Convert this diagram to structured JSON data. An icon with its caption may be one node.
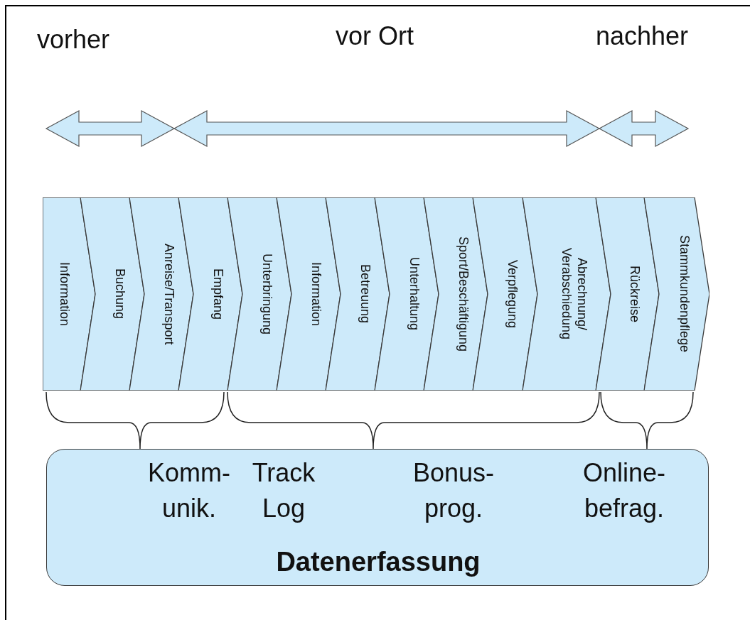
{
  "diagram": {
    "nodes": [
      {
        "text": [
          "Information"
        ]
      },
      {
        "text": [
          "Buchung"
        ]
      },
      {
        "text": [
          "Anreise/Transport"
        ]
      },
      {
        "text": [
          "Empfang"
        ]
      },
      {
        "text": [
          "Unterbringung"
        ]
      },
      {
        "text": [
          "Information"
        ]
      },
      {
        "text": [
          "Betreuung"
        ]
      },
      {
        "text": [
          "Unterhaltung"
        ]
      },
      {
        "text": [
          "Sport/Beschäftigung"
        ]
      },
      {
        "text": [
          "Verpflegung"
        ]
      },
      {
        "text": [
          "Abrechnung/ Verabschiedung"
        ]
      },
      {
        "text": [
          "Rückreise"
        ]
      },
      {
        "text": [
          "Stammkundenpflege"
        ]
      },
      {
        "text": [
          "Komm- unik.",
          "Track Log",
          "Bonus- prog.",
          "Online- befrag.",
          "Datenerfassung"
        ]
      }
    ],
    "edges": [],
    "labels": [
      "vorher",
      "vor Ort",
      "nachher"
    ]
  }
}
